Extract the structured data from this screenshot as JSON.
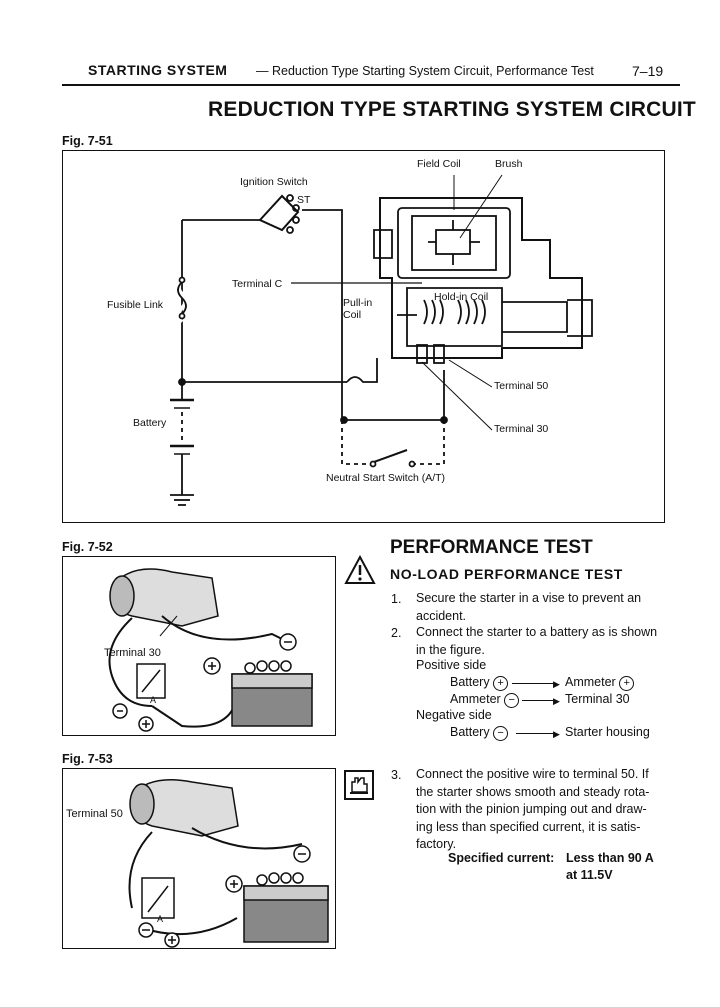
{
  "header": {
    "section": "STARTING SYSTEM",
    "subtitle": "— Reduction Type Starting System Circuit, Performance Test",
    "page": "7–19"
  },
  "title": "REDUCTION TYPE STARTING SYSTEM CIRCUIT",
  "figures": {
    "fig51": {
      "label": "Fig. 7-51",
      "labels": {
        "field_coil": "Field Coil",
        "brush": "Brush",
        "ignition_switch": "Ignition Switch",
        "st": "ST",
        "terminal_c": "Terminal C",
        "hold_in": "Hold-in Coil",
        "pull_in": "Pull-in",
        "coil": "Coil",
        "fusible_link": "Fusible Link",
        "battery": "Battery",
        "terminal_50": "Terminal 50",
        "terminal_30": "Terminal 30",
        "neutral_switch": "Neutral Start Switch (A/T)"
      }
    },
    "fig52": {
      "label": "Fig. 7-52",
      "terminal": "Terminal 30",
      "ammeter_letter": "A"
    },
    "fig53": {
      "label": "Fig. 7-53",
      "terminal": "Terminal 50",
      "ammeter_letter": "A"
    }
  },
  "performance": {
    "title": "PERFORMANCE TEST",
    "subtitle": "NO-LOAD PERFORMANCE TEST",
    "steps": [
      {
        "num": "1.",
        "lines": [
          "Secure the starter in a vise to prevent an",
          "accident."
        ]
      },
      {
        "num": "2.",
        "lines": [
          "Connect the starter to a battery as is shown",
          "in the figure."
        ]
      }
    ],
    "positive_side": "Positive side",
    "pos_rows": [
      {
        "from": "Battery",
        "from_sign": "+",
        "to": "Ammeter",
        "to_sign": "+"
      },
      {
        "from": "Ammeter",
        "from_sign": "−",
        "to": "Terminal 30",
        "to_sign": ""
      }
    ],
    "negative_side": "Negative side",
    "neg_rows": [
      {
        "from": "Battery",
        "from_sign": "−",
        "to": "Starter housing",
        "to_sign": ""
      }
    ],
    "step3": {
      "num": "3.",
      "lines": [
        "Connect the positive wire to terminal 50. If",
        "the starter shows smooth and steady rota-",
        "tion with the pinion jumping out and draw-",
        "ing less than specified current, it is satis-",
        "factory."
      ]
    },
    "spec_label": "Specified current:",
    "spec_value_1": "Less than 90 A",
    "spec_value_2": "at 11.5V"
  },
  "icons": [
    "warning-triangle-icon",
    "hand-tool-icon"
  ]
}
